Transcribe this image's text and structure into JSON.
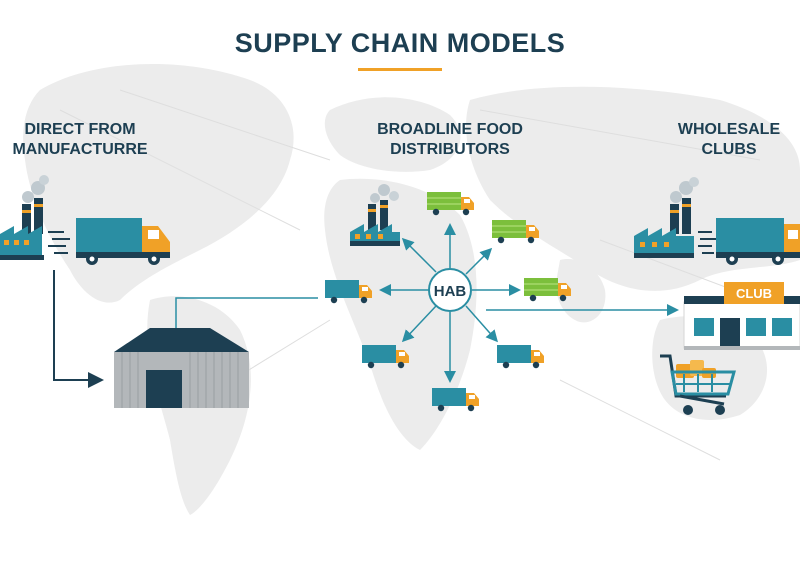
{
  "header": {
    "title": "SUPPLY CHAIN MODELS"
  },
  "models": [
    {
      "line1": "DIRECT FROM",
      "line2": "MANUFACTURRE"
    },
    {
      "line1": "BROADLINE FOOD",
      "line2": "DISTRIBUTORS"
    },
    {
      "line1": "WHOLESALE",
      "line2": "CLUBS"
    }
  ],
  "hub": {
    "label": "HAB"
  },
  "store": {
    "sign": "CLUB"
  },
  "colors": {
    "navy": "#1d3f52",
    "teal": "#2a8ea3",
    "orange": "#f0a127",
    "green": "#7cbf3c",
    "map": "#eaeaea",
    "arrow": "#2a8ea3"
  }
}
